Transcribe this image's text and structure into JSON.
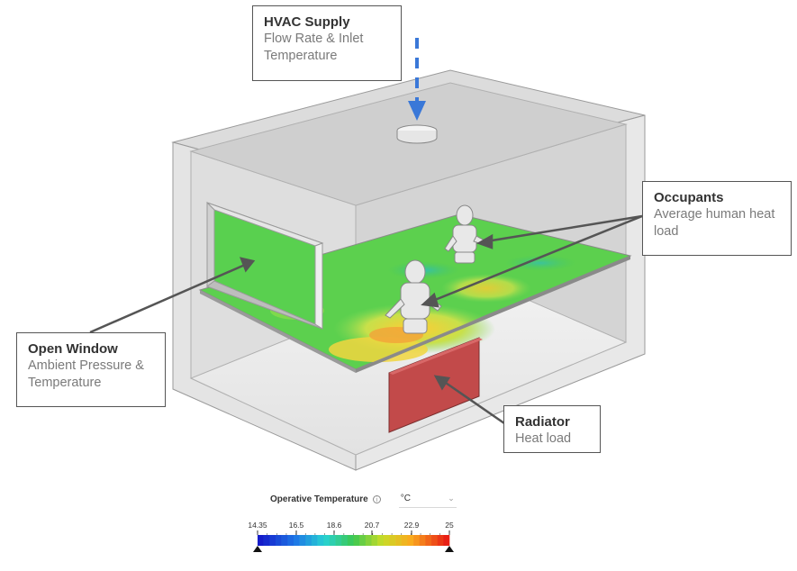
{
  "callouts": {
    "hvac": {
      "title": "HVAC Supply",
      "lines": [
        "Flow Rate & Inlet",
        "Temperature"
      ]
    },
    "occupants": {
      "title": "Occupants",
      "lines": [
        "Average human heat",
        "load"
      ]
    },
    "window": {
      "title": "Open Window",
      "lines": [
        "Ambient Pressure &",
        "Temperature"
      ]
    },
    "radiator": {
      "title": "Radiator",
      "lines": [
        "Heat load"
      ]
    }
  },
  "legend": {
    "title": "Operative Temperature",
    "info_icon": "info-icon",
    "unit": "°C",
    "ticks": [
      "14.35",
      "16.5",
      "18.6",
      "20.7",
      "22.9",
      "25"
    ],
    "min": 14.35,
    "max": 25
  },
  "colors": {
    "radiator": "#c24a4a",
    "arrow_hvac": "#3a78d8",
    "room_wall": "#d9d9d9",
    "callout_border": "#555555"
  }
}
